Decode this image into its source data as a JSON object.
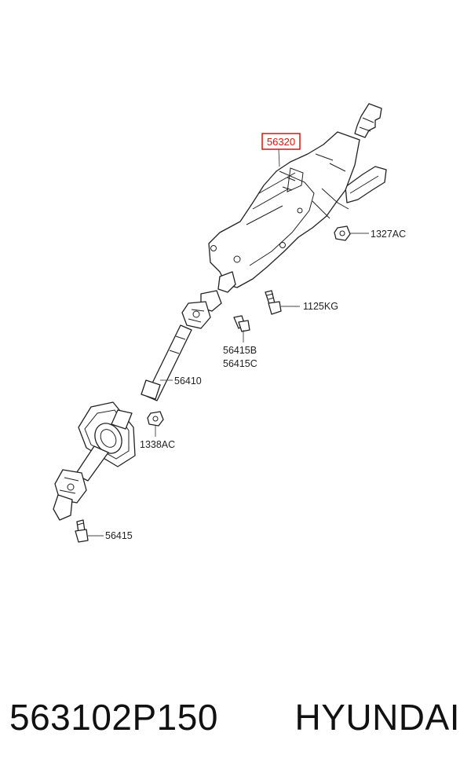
{
  "diagram": {
    "highlighted_part": "56320",
    "callouts": [
      "1327AC",
      "1125KG",
      "56415B",
      "56415C",
      "56410",
      "1338AC",
      "56415"
    ]
  },
  "caption": {
    "part_number": "563102P150",
    "brand": "HYUNDAI"
  },
  "colors": {
    "highlight": "#dd1111",
    "line": "#222222"
  }
}
